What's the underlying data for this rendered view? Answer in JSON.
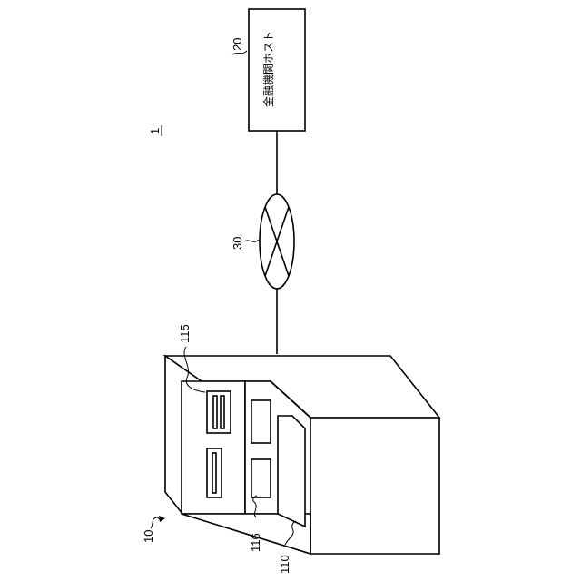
{
  "host": {
    "label": "金融機関ホスト",
    "ref": "20"
  },
  "network": {
    "ref": "30"
  },
  "system": {
    "ref": "1"
  },
  "terminal": {
    "ref": "10"
  },
  "parts": {
    "card_slot_panel_ref": "115",
    "lower_panel_ref": "116",
    "touch_display_ref": "110"
  }
}
